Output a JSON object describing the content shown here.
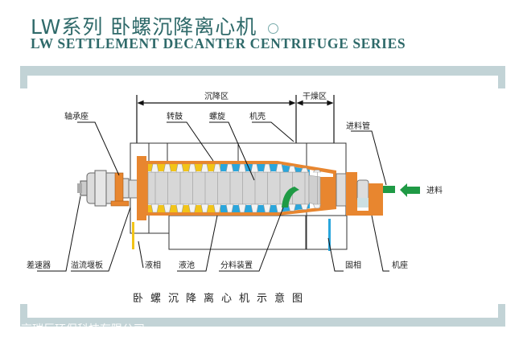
{
  "header": {
    "title_cn": "LW系列 卧螺沉降离心机",
    "title_en": "LW SETTLEMENT DECANTER CENTRIFUGE SERIES"
  },
  "diagram": {
    "zones": {
      "settling": "沉降区",
      "drying": "干燥区"
    },
    "labels": {
      "bearing_seat": "轴承座",
      "drum": "转鼓",
      "screw": "螺旋",
      "casing": "机壳",
      "feed_pipe": "进料管",
      "feed": "进料",
      "differential": "差速器",
      "overflow_weir": "溢流堰板",
      "liquid_phase": "液相",
      "liquid_pool": "液池",
      "distributor": "分料装置",
      "solid_phase": "固相",
      "base": "机座"
    },
    "caption": "卧螺沉降离心机示意图",
    "colors": {
      "metal_orange": "#e8862f",
      "liquid_yellow": "#f2c418",
      "liquid_blue": "#2aa6dc",
      "feed_green": "#1f9a45",
      "frame": "#c2d3d6",
      "title": "#2f6a6a"
    }
  },
  "footer": {
    "watermark": "北京瑞巨环保科技有限公司"
  }
}
